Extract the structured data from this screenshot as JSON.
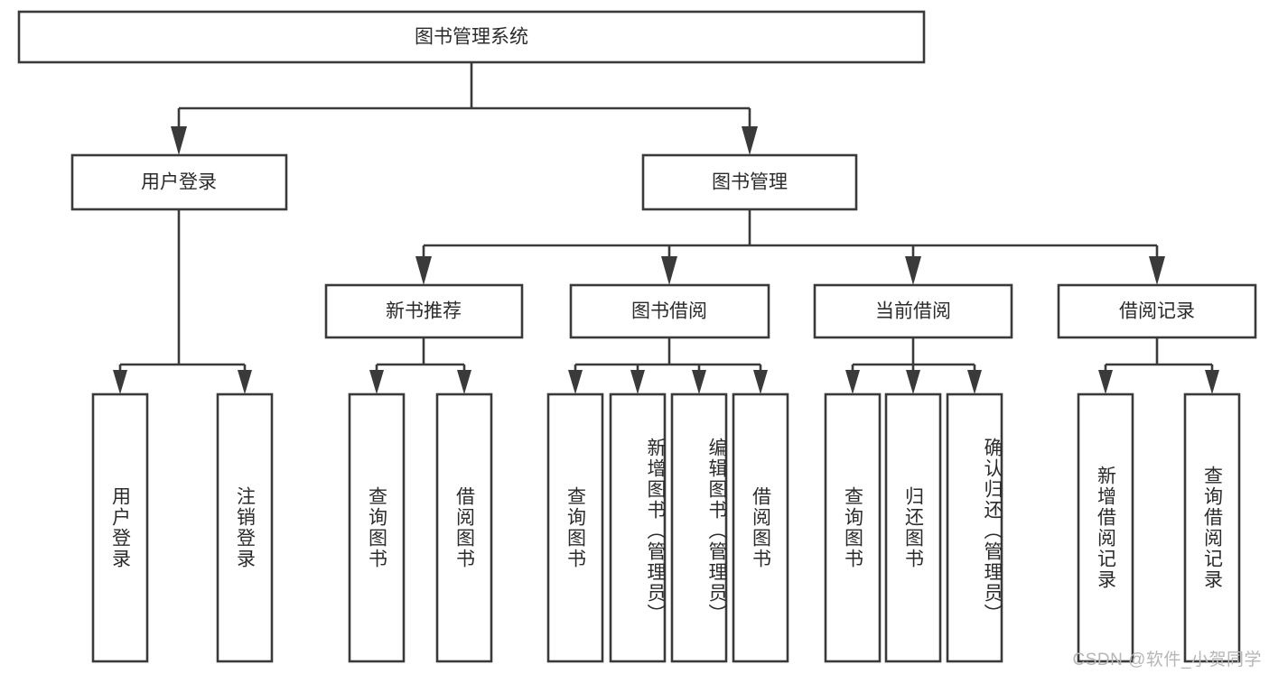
{
  "diagram": {
    "title": "图书管理系统",
    "type": "tree",
    "watermark": "CSDN @软件_小贺同学",
    "colors": {
      "stroke": "#3a3a3a",
      "box_fill": "#ffffff",
      "text": "#2b2b2b",
      "background": "#ffffff",
      "watermark": "#b6b6b6"
    },
    "levels": {
      "root": "图书管理系统",
      "level1": [
        "用户登录",
        "图书管理"
      ],
      "level2": [
        "新书推荐",
        "图书借阅",
        "当前借阅",
        "借阅记录"
      ]
    },
    "nodes": {
      "root": {
        "label": "图书管理系统",
        "level": 0,
        "orientation": "horizontal"
      },
      "user_login": {
        "label": "用户登录",
        "level": 1,
        "orientation": "horizontal",
        "parent": "图书管理系统"
      },
      "book_manage": {
        "label": "图书管理",
        "level": 1,
        "orientation": "horizontal",
        "parent": "图书管理系统"
      },
      "new_book_rec": {
        "label": "新书推荐",
        "level": 2,
        "orientation": "horizontal",
        "parent": "图书管理"
      },
      "book_borrow": {
        "label": "图书借阅",
        "level": 2,
        "orientation": "horizontal",
        "parent": "图书管理"
      },
      "current_borrow": {
        "label": "当前借阅",
        "level": 2,
        "orientation": "horizontal",
        "parent": "图书管理"
      },
      "borrow_record": {
        "label": "借阅记录",
        "level": 2,
        "orientation": "horizontal",
        "parent": "图书管理"
      }
    },
    "leaves": [
      {
        "id": "leaf-user-login",
        "label": "用户登录",
        "parent": "用户登录",
        "align": "center"
      },
      {
        "id": "leaf-logout-login",
        "label": "注销登录",
        "parent": "用户登录",
        "align": "center"
      },
      {
        "id": "leaf-query-book-1",
        "label": "查询图书",
        "parent": "新书推荐",
        "align": "center"
      },
      {
        "id": "leaf-borrow-book-1",
        "label": "借阅图书",
        "parent": "新书推荐",
        "align": "center"
      },
      {
        "id": "leaf-query-book-2",
        "label": "查询图书",
        "parent": "图书借阅",
        "align": "center"
      },
      {
        "id": "leaf-add-book-admin",
        "label": "新增图书（管理员）",
        "parent": "图书借阅",
        "align": "top"
      },
      {
        "id": "leaf-edit-book-admin",
        "label": "编辑图书（管理员）",
        "parent": "图书借阅",
        "align": "top"
      },
      {
        "id": "leaf-borrow-book-2",
        "label": "借阅图书",
        "parent": "图书借阅",
        "align": "center"
      },
      {
        "id": "leaf-query-book-3",
        "label": "查询图书",
        "parent": "当前借阅",
        "align": "center"
      },
      {
        "id": "leaf-return-book",
        "label": "归还图书",
        "parent": "当前借阅",
        "align": "center"
      },
      {
        "id": "leaf-confirm-return",
        "label": "确认归还（管理员）",
        "parent": "当前借阅",
        "align": "top"
      },
      {
        "id": "leaf-add-record",
        "label": "新增借阅记录",
        "parent": "借阅记录",
        "align": "center"
      },
      {
        "id": "leaf-query-record",
        "label": "查询借阅记录",
        "parent": "借阅记录",
        "align": "center"
      }
    ]
  }
}
